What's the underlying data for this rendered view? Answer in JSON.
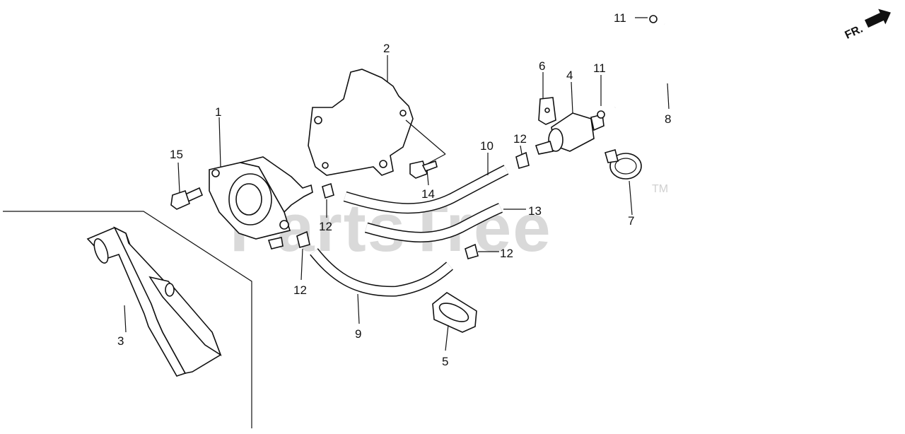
{
  "watermark": {
    "text": "PartsTree",
    "trademark": "TM"
  },
  "direction": {
    "label": "FR."
  },
  "callouts": [
    {
      "id": "c1",
      "text": "1"
    },
    {
      "id": "c2",
      "text": "2"
    },
    {
      "id": "c3",
      "text": "3"
    },
    {
      "id": "c4",
      "text": "4"
    },
    {
      "id": "c5",
      "text": "5"
    },
    {
      "id": "c6",
      "text": "6"
    },
    {
      "id": "c7",
      "text": "7"
    },
    {
      "id": "c8",
      "text": "8"
    },
    {
      "id": "c9",
      "text": "9"
    },
    {
      "id": "c10",
      "text": "10"
    },
    {
      "id": "c11a",
      "text": "11"
    },
    {
      "id": "c11b",
      "text": "11"
    },
    {
      "id": "c12a",
      "text": "12"
    },
    {
      "id": "c12b",
      "text": "12"
    },
    {
      "id": "c12c",
      "text": "12"
    },
    {
      "id": "c12d",
      "text": "12"
    },
    {
      "id": "c13",
      "text": "13"
    },
    {
      "id": "c14",
      "text": "14"
    },
    {
      "id": "c15",
      "text": "15"
    }
  ]
}
